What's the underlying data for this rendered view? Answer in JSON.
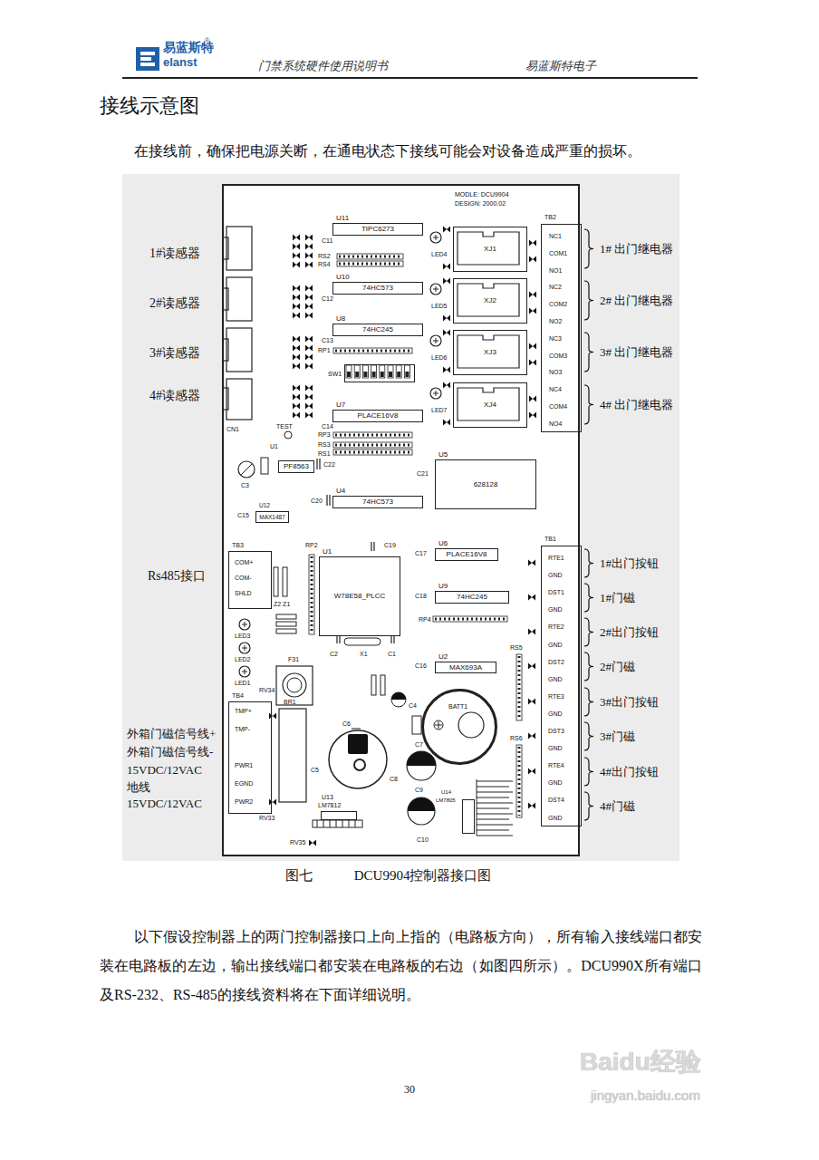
{
  "diagram": {
    "title": "接线示意图",
    "caption": "图七 DCU9904控制器接口图",
    "nodes": [
      {
        "text": [
          "MODLE: DCU9904",
          "DESIGN: 2000.02"
        ]
      },
      {
        "text": [
          "U11",
          "TIPC6273"
        ],
        "in": 0
      },
      {
        "text": [
          "U10",
          "74HC573"
        ],
        "in": 0
      },
      {
        "text": [
          "U8",
          "74HC245"
        ],
        "in": 0
      },
      {
        "text": [
          "U7",
          "PLACE16V8"
        ],
        "in": 0
      },
      {
        "text": [
          "PF8563"
        ],
        "in": 0
      },
      {
        "text": [
          "U5",
          "628128"
        ],
        "in": 0
      },
      {
        "text": [
          "U4",
          "74HC573"
        ],
        "in": 0
      },
      {
        "text": [
          "U12",
          "MAX1487"
        ],
        "in": 0
      },
      {
        "text": [
          "U6",
          "PLACE16V8"
        ],
        "in": 0
      },
      {
        "text": [
          "U1",
          "W78E58_PLCC"
        ],
        "in": 0
      },
      {
        "text": [
          "U9",
          "74HC245"
        ],
        "in": 0
      },
      {
        "text": [
          "U2",
          "MAX693A"
        ],
        "in": 0
      },
      {
        "text": [
          "BATT1"
        ],
        "in": 0
      },
      {
        "text": [
          "U13",
          "LM7812"
        ],
        "in": 0
      },
      {
        "text": [
          "U14",
          "LM7805"
        ],
        "in": 0
      },
      {
        "text": [
          "XJ1"
        ],
        "in": 0
      },
      {
        "text": [
          "XJ2"
        ],
        "in": 0
      },
      {
        "text": [
          "XJ3"
        ],
        "in": 0
      },
      {
        "text": [
          "XJ4"
        ],
        "in": 0
      },
      {
        "text": [
          "TB2",
          "NC1",
          "COM1",
          "NO1",
          "NC2",
          "COM2",
          "NO2",
          "NC3",
          "COM3",
          "NO3",
          "NC4",
          "COM4",
          "NO4"
        ],
        "in": 0
      },
      {
        "text": [
          "TB1",
          "RTE1",
          "GND",
          "DST1",
          "GND",
          "RTE2",
          "GND",
          "DST2",
          "GND",
          "RTE3",
          "GND",
          "DST3",
          "GND",
          "RTE4",
          "GND",
          "DST4",
          "GND"
        ],
        "in": 0
      },
      {
        "text": [
          "TB3",
          "COM+",
          "COM-",
          "SHLD"
        ],
        "in": 0
      },
      {
        "text": [
          "TB4",
          "TMP+",
          "TMP-",
          "PWR1",
          "EGND",
          "PWR2"
        ],
        "in": 0
      },
      {
        "text": [
          "SW1"
        ],
        "in": 0
      }
    ],
    "labels": [
      "易蓝斯特",
      "elanst",
      "®",
      "门禁系统硬件使用说明书",
      "易蓝斯特电子",
      "在接线前，确保把电源关断，在通电状态下接线可能会对设备造成严重的损坏。",
      "1#读感器",
      "2#读感器",
      "3#读感器",
      "4#读感器",
      "Rs485接口",
      "外箱门磁信号线+",
      "外箱门磁信号线-",
      "15VDC/12VAC",
      "地线",
      "15VDC/12VAC",
      "1# 出门继电器",
      "2# 出门继电器",
      "3# 出门继电器",
      "4# 出门继电器",
      "1#出门按钮",
      "1#门磁",
      "2#出门按钮",
      "2#门磁",
      "3#出门按钮",
      "3#门磁",
      "4#出门按钮",
      "4#门磁",
      "CN1",
      "C11",
      "RS2",
      "RS4",
      "C12",
      "C13",
      "RP1",
      "C14",
      "RP3",
      "RS3",
      "RS1",
      "TEST",
      "U1",
      "C3",
      "C22",
      "C21",
      "C20",
      "C15",
      "RP2",
      "C19",
      "C17",
      "C18",
      "RP4",
      "C16",
      "RS5",
      "RS6",
      "Z2 Z1",
      "LED3",
      "LED2",
      "LED1",
      "F31",
      "C2",
      "X1",
      "C1",
      "C4",
      "C6",
      "C5",
      "C7",
      "C8",
      "C9",
      "C10",
      "BR1",
      "RV34",
      "RV33",
      "RV35",
      "LED4",
      "LED5",
      "LED6",
      "LED7",
      "以下假设控制器上的两门控制器接口上向上指的（电路板方向），所有输入接线端口都安装在电路板的左边，输出接线端口都安装在电路板的右边（如图四所示）。DCU990X所有端口及RS-232、RS-485的接线资料将在下面详细说明。",
      "30",
      "Baidu经验",
      "jingyan.baidu.com"
    ]
  }
}
